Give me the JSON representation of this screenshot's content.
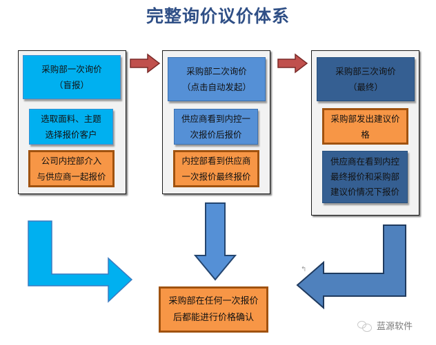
{
  "title": "完整询价议价体系",
  "colors": {
    "title": "#2f4f86",
    "cyan": "#00b0f0",
    "mid_blue": "#5590d6",
    "dark_blue": "#355f92",
    "orange": "#f79646",
    "orange_border": "#a0520f",
    "red_arrow": "#c0504d",
    "panel_bg": "#f2f2f2"
  },
  "columns": [
    {
      "header": "采购部一次询价\n（盲报）",
      "steps": [
        {
          "text": "选取面料、主题\n选择报价客户",
          "style": "cyan"
        },
        {
          "text": "公司内控部介入\n与供应商一起报价",
          "style": "orange"
        }
      ]
    },
    {
      "header": "采购部二次询价\n（点击自动发起）",
      "steps": [
        {
          "text": "供应商看到内控一\n次报价后报价",
          "style": "mid"
        },
        {
          "text": "内控部看到供应商\n一次报价最终报价",
          "style": "orange"
        }
      ]
    },
    {
      "header": "采购部三次询价\n（最终）",
      "steps": [
        {
          "text": "采购部发出建议价\n格",
          "style": "orange"
        },
        {
          "text": "供应商在看到内控\n最终报价和采购部\n建议价情况下报价",
          "style": "dark"
        }
      ]
    }
  ],
  "final_box": "采购部在任何一次报价\n后都能进行价格确认",
  "icons": {
    "flow_right": "arrow-right-icon",
    "flow_down": "arrow-down-icon",
    "bent_right": "bent-arrow-right-icon",
    "bent_left": "bent-arrow-left-icon",
    "paragraph_mark": "↵"
  },
  "watermark": "蓝源软件"
}
